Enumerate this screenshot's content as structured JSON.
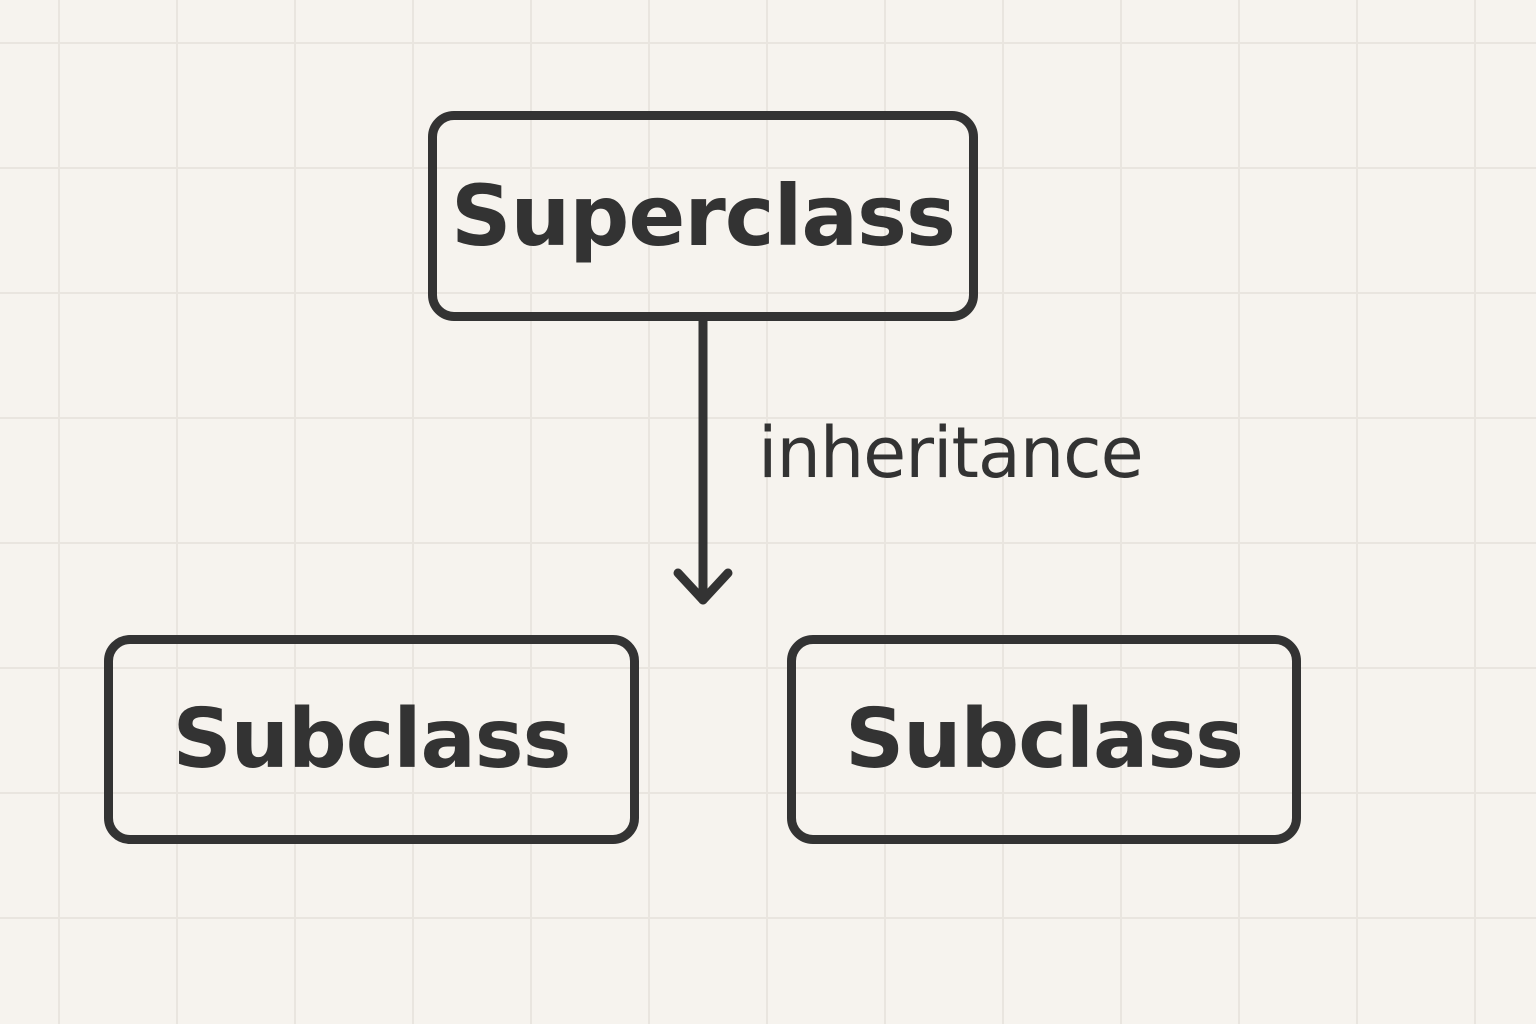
{
  "diagram": {
    "nodes": {
      "superclass": {
        "label": "Superclass"
      },
      "subclass_left": {
        "label": "Subclass"
      },
      "subclass_right": {
        "label": "Subclass"
      }
    },
    "edge": {
      "label": "inheritance"
    }
  },
  "colors": {
    "background": "#f6f3ee",
    "grid": "#e9e5df",
    "stroke": "#333333"
  }
}
